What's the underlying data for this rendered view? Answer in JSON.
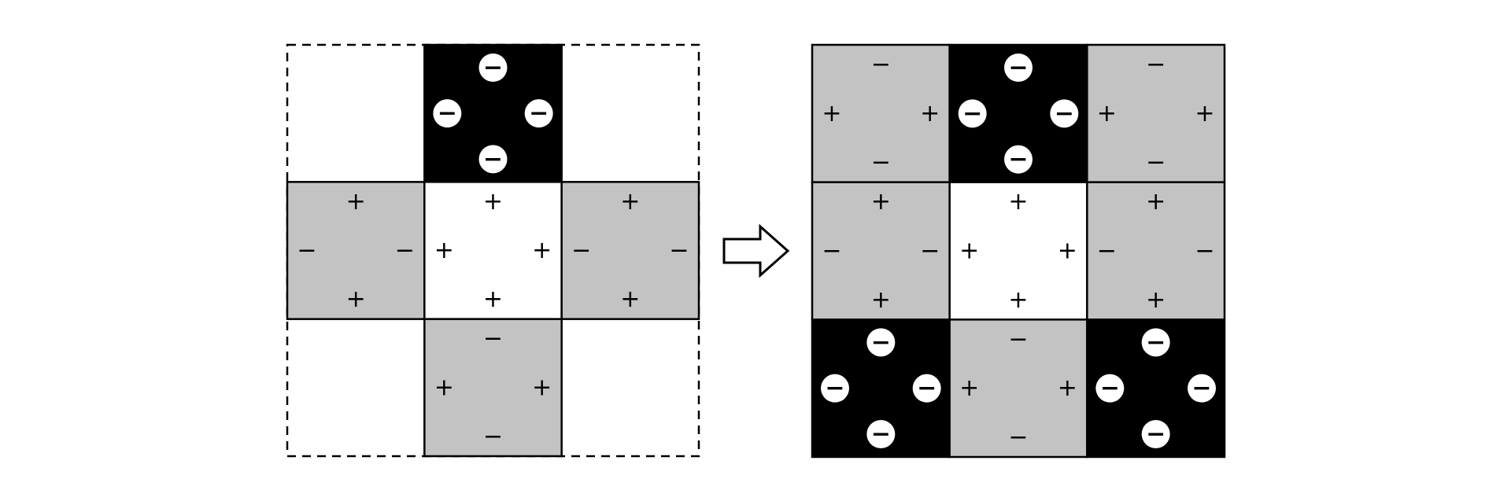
{
  "colors": {
    "black": "#000000",
    "gray": "#c3c3c3",
    "white": "#ffffff"
  },
  "symbols": {
    "plus": "+",
    "minus": "−"
  },
  "left_grid": {
    "outline": "dashed",
    "cells": [
      [
        "empty",
        "black",
        "empty"
      ],
      [
        "gray-pmmp",
        "white-plus",
        "gray-pmmp"
      ],
      [
        "empty",
        "gray-mppm",
        "empty"
      ]
    ]
  },
  "right_grid": {
    "outline": "solid",
    "cells": [
      [
        "gray-mppm",
        "black",
        "gray-mppm"
      ],
      [
        "gray-pmmp",
        "white-plus",
        "gray-pmmp"
      ],
      [
        "black",
        "gray-mppm",
        "black"
      ]
    ]
  },
  "cell_types": {
    "black": {
      "fill": "black",
      "top": "−",
      "left": "−",
      "right": "−",
      "bottom": "−",
      "circled": true
    },
    "white-plus": {
      "fill": "white",
      "top": "+",
      "left": "+",
      "right": "+",
      "bottom": "+",
      "circled": false
    },
    "gray-pmmp": {
      "fill": "gray",
      "top": "+",
      "left": "−",
      "right": "−",
      "bottom": "+",
      "circled": false
    },
    "gray-mppm": {
      "fill": "gray",
      "top": "−",
      "left": "+",
      "right": "+",
      "bottom": "−",
      "circled": false
    }
  },
  "arrow": {
    "direction": "right",
    "icon": "hollow-arrow-right"
  }
}
